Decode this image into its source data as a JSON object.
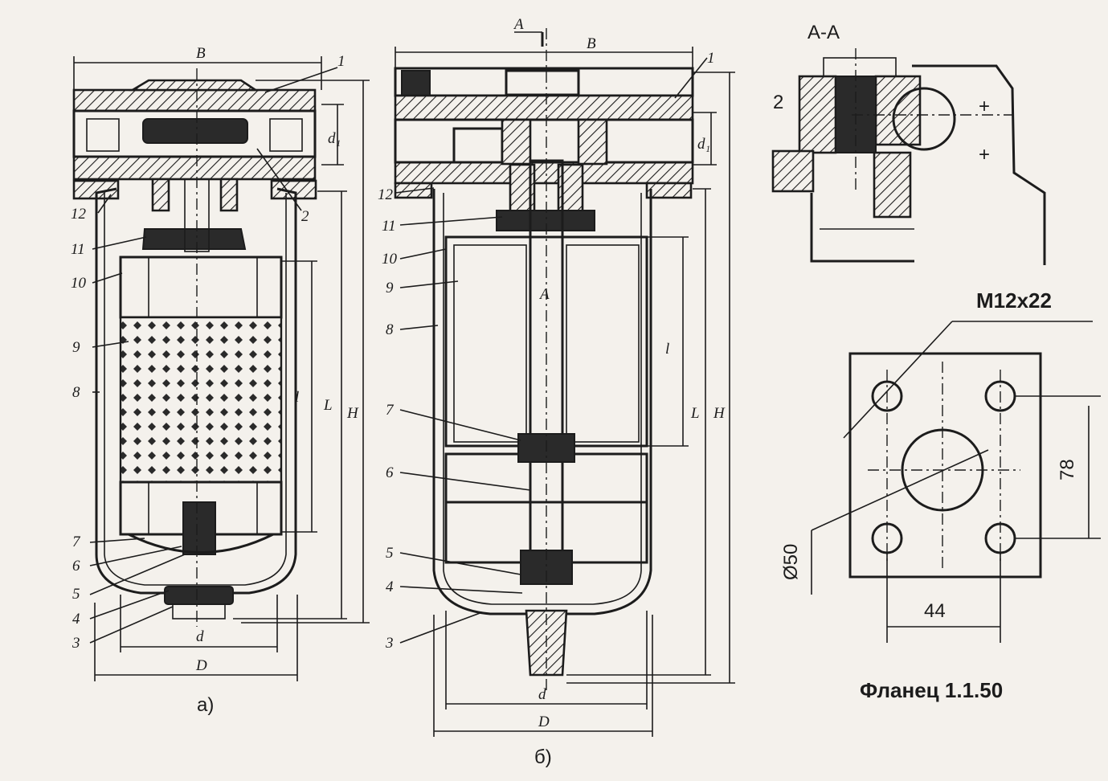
{
  "views": {
    "a": {
      "caption": "а)",
      "dims": {
        "B": "B",
        "d1": "d₁",
        "L": "L",
        "l": "l",
        "H": "H",
        "d": "d",
        "D": "D"
      },
      "parts": [
        "1",
        "2",
        "12",
        "11",
        "10",
        "9",
        "8",
        "7",
        "6",
        "5",
        "4",
        "3"
      ]
    },
    "b": {
      "caption": "б)",
      "section_mark": "А",
      "section_mark_mid": "А",
      "dims": {
        "B": "B",
        "d1": "d₁",
        "L": "L",
        "l": "l",
        "H": "H",
        "d": "d",
        "D": "D"
      },
      "parts": [
        "1",
        "12",
        "11",
        "10",
        "9",
        "8",
        "7",
        "6",
        "5",
        "4",
        "3"
      ]
    },
    "section": {
      "title": "А-А",
      "part": "2"
    },
    "flange": {
      "thread": "M12x22",
      "diameter": "Ø50",
      "height_dim": "78",
      "width_dim": "44",
      "caption": "Фланец 1.1.50"
    }
  }
}
